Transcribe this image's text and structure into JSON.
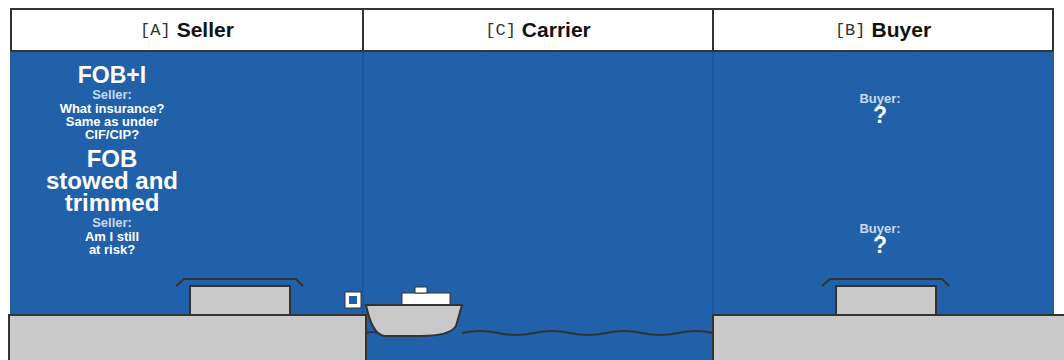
{
  "diagram": {
    "nodes": [
      {
        "text": [
          "[A]",
          "Seller"
        ]
      },
      {
        "text": [
          "[C]",
          "Carrier"
        ]
      },
      {
        "text": [
          "[B]",
          "Buyer"
        ]
      }
    ],
    "labels": [
      "FOB+I",
      "Seller:",
      "What insurance? Same as under CIF/CIP?",
      "Buyer:",
      "?",
      "FOB stowed and trimmed",
      "Seller:",
      "Am I still at risk?",
      "Buyer:",
      "?"
    ]
  }
}
